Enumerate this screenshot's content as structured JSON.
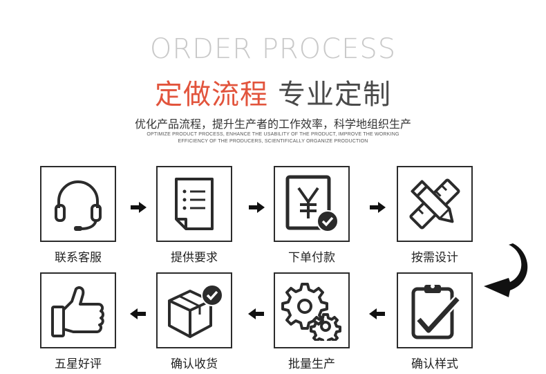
{
  "header": {
    "en_title": "ORDER PROCESS",
    "cn_title_red": "定做流程",
    "cn_title_gray": "专业定制",
    "subtitle": "优化产品流程，提升生产者的工作效率，科学地组织生产",
    "en_desc_line1": "OPTIMIZE PRODUCT PROCESS, ENHANCE THE USABILITY OF THE PRODUCT, IMPROVE THE WORKING",
    "en_desc_line2": "EFFICIENCY OF THE PRODUCERS, SCIENTIFICALLY ORGANIZE PRODUCTION"
  },
  "steps": [
    {
      "label": "联系客服",
      "icon": "headset-icon"
    },
    {
      "label": "提供要求",
      "icon": "document-icon"
    },
    {
      "label": "下单付款",
      "icon": "yen-payment-icon"
    },
    {
      "label": "按需设计",
      "icon": "pencil-ruler-icon"
    },
    {
      "label": "确认样式",
      "icon": "clipboard-check-icon"
    },
    {
      "label": "批量生产",
      "icon": "gears-icon"
    },
    {
      "label": "确认收货",
      "icon": "box-check-icon"
    },
    {
      "label": "五星好评",
      "icon": "thumbs-up-icon"
    }
  ],
  "colors": {
    "accent_red": "#e2543c",
    "icon_dark": "#2b2b2b",
    "title_gray": "#c9c9c9"
  }
}
